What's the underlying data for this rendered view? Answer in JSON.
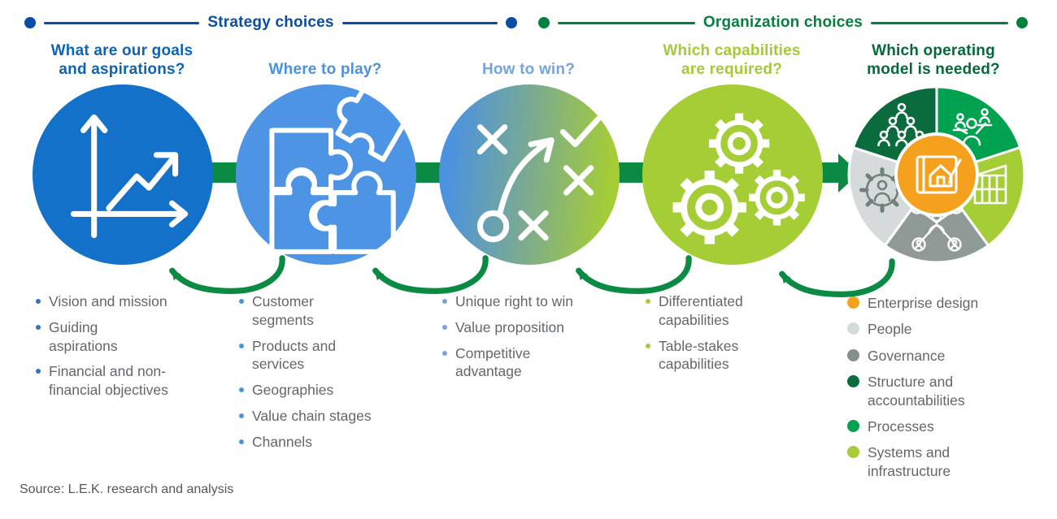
{
  "sections": {
    "strategy": {
      "label": "Strategy choices",
      "color": "#0a4da6"
    },
    "organization": {
      "label": "Organization choices",
      "color": "#00823e"
    }
  },
  "columns": [
    {
      "question": "What are our goals\nand aspirations?",
      "icon": "line-chart-icon",
      "bullets": [
        "Vision and mission",
        "Guiding\naspirations",
        "Financial and non-\nfinancial objectives"
      ]
    },
    {
      "question": "Where to play?",
      "icon": "puzzle-icon",
      "bullets": [
        "Customer\nsegments",
        "Products and\nservices",
        "Geographies",
        "Value chain stages",
        "Channels"
      ]
    },
    {
      "question": "How to win?",
      "icon": "strategy-play-icon",
      "bullets": [
        "Unique right to win",
        "Value proposition",
        "Competitive\nadvantage"
      ]
    },
    {
      "question": "Which capabilities\nare required?",
      "icon": "gears-icon",
      "bullets": [
        "Differentiated\ncapabilities",
        "Table-stakes\ncapabilities"
      ]
    },
    {
      "question": "Which operating\nmodel is needed?",
      "icon": "operating-model-pie-icon",
      "legend": [
        {
          "label": "Enterprise design",
          "color": "#f6a11e"
        },
        {
          "label": "People",
          "color": "#d5dbda"
        },
        {
          "label": "Governance",
          "color": "#82908c"
        },
        {
          "label": "Structure and\naccountabilities",
          "color": "#0a6b3c"
        },
        {
          "label": "Processes",
          "color": "#00a24f"
        },
        {
          "label": "Systems and\ninfrastructure",
          "color": "#a5cd35"
        }
      ]
    }
  ],
  "colors": {
    "circle1": "#1471c9",
    "circle2": "#4d95e4",
    "circle4": "#a5cd35",
    "connector": "#0b8a43",
    "pie": {
      "structure": "#0a6b3c",
      "processes": "#00a24f",
      "systems": "#a5cd35",
      "governance": "#8f9a96",
      "people": "#d5dbda",
      "enterprise": "#f6a11e"
    }
  },
  "source": "Source: L.E.K. research and analysis"
}
